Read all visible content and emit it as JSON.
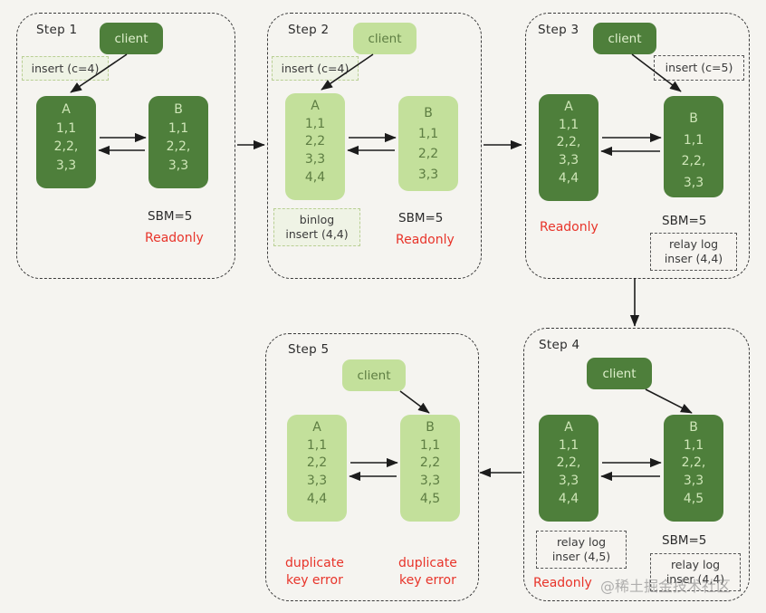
{
  "diagram": {
    "title": "MySQL master-slave replication duplicate key error steps",
    "background_color": "#f5f4f0",
    "colors": {
      "node_dark_green": "#4e7f3b",
      "node_light_green": "#c3e09b",
      "dark_node_text": "#cfe6b8",
      "light_node_text": "#5d7d42",
      "error_red": "#e8342a",
      "panel_border": "#3b3b3b"
    },
    "watermark": "@稀土掘金技术社区"
  },
  "steps": [
    {
      "id": "step1",
      "title": "Step 1",
      "client": {
        "label": "client",
        "tone": "dark"
      },
      "insert_tag": "insert (c=4)",
      "nodes": [
        {
          "name": "A",
          "tone": "dark",
          "rows": [
            "A",
            "1,1",
            "2,2,",
            "3,3"
          ]
        },
        {
          "name": "B",
          "tone": "dark",
          "rows": [
            "B",
            "1,1",
            "2,2,",
            "3,3"
          ]
        }
      ],
      "sbm": "SBM=5",
      "readonly": "Readonly",
      "binlog": null,
      "relay_logs": []
    },
    {
      "id": "step2",
      "title": "Step 2",
      "client": {
        "label": "client",
        "tone": "light"
      },
      "insert_tag": "insert (c=4)",
      "nodes": [
        {
          "name": "A",
          "tone": "light",
          "rows": [
            "A",
            "1,1",
            "2,2",
            "3,3",
            "4,4"
          ]
        },
        {
          "name": "B",
          "tone": "light",
          "rows": [
            "B",
            "1,1",
            "2,2",
            "3,3"
          ]
        }
      ],
      "sbm": "SBM=5",
      "readonly": "Readonly",
      "binlog": {
        "line1": "binlog",
        "line2": "insert (4,4)"
      },
      "relay_logs": []
    },
    {
      "id": "step3",
      "title": "Step 3",
      "client": {
        "label": "client",
        "tone": "dark"
      },
      "insert_tag": "insert (c=5)",
      "nodes": [
        {
          "name": "A",
          "tone": "dark",
          "rows": [
            "A",
            "1,1",
            "2,2,",
            "3,3",
            "4,4"
          ]
        },
        {
          "name": "B",
          "tone": "dark",
          "rows": [
            "B",
            "1,1",
            "2,2,",
            "3,3"
          ]
        }
      ],
      "sbm": "SBM=5",
      "readonly": "Readonly",
      "binlog": null,
      "relay_logs": [
        {
          "line1": "relay log",
          "line2": "inser (4,4)"
        }
      ]
    },
    {
      "id": "step4",
      "title": "Step 4",
      "client": {
        "label": "client",
        "tone": "dark"
      },
      "insert_tag": null,
      "nodes": [
        {
          "name": "A",
          "tone": "dark",
          "rows": [
            "A",
            "1,1",
            "2,2,",
            "3,3",
            "4,4"
          ]
        },
        {
          "name": "B",
          "tone": "dark",
          "rows": [
            "B",
            "1,1",
            "2,2,",
            "3,3",
            "4,5"
          ]
        }
      ],
      "sbm": "SBM=5",
      "readonly": "Readonly",
      "binlog": null,
      "relay_logs": [
        {
          "line1": "relay log",
          "line2": "inser (4,5)"
        },
        {
          "line1": "relay log",
          "line2": "inser (4,4)"
        }
      ]
    },
    {
      "id": "step5",
      "title": "Step 5",
      "client": {
        "label": "client",
        "tone": "light"
      },
      "insert_tag": null,
      "nodes": [
        {
          "name": "A",
          "tone": "light",
          "rows": [
            "A",
            "1,1",
            "2,2",
            "3,3",
            "4,4"
          ]
        },
        {
          "name": "B",
          "tone": "light",
          "rows": [
            "B",
            "1,1",
            "2,2",
            "3,3",
            "4,5"
          ]
        }
      ],
      "sbm": null,
      "readonly": null,
      "binlog": null,
      "relay_logs": [],
      "errors": [
        {
          "line1": "duplicate",
          "line2": "key error"
        },
        {
          "line1": "duplicate",
          "line2": "key error"
        }
      ]
    }
  ]
}
